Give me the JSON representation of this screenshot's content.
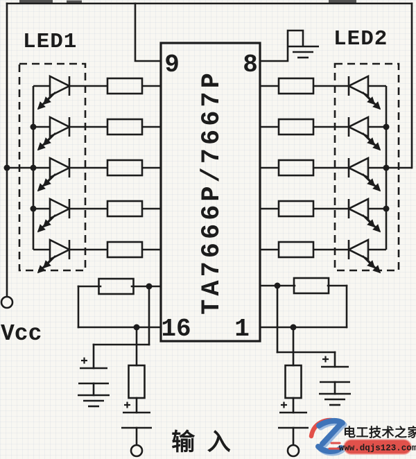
{
  "labels": {
    "led_bank_left": "LED1",
    "led_bank_right": "LED2",
    "vcc": "Vcc",
    "input": "输 入"
  },
  "ic": {
    "part_number": "TA7666P/7667P",
    "pins": {
      "top_left": "9",
      "top_right": "8",
      "bottom_left": "16",
      "bottom_right": "1"
    }
  },
  "led_banks": {
    "leds_per_bank": 5
  },
  "watermark": {
    "site_name": "电工技术之家",
    "site_url": "www.dqjs123.com"
  },
  "colors": {
    "paper": "#f8f7f2",
    "ink": "#1c1c1c",
    "watermark_red": "#dd5a52",
    "watermark_blue": "#3f74b8",
    "watermark_pill": "#e0514b"
  }
}
